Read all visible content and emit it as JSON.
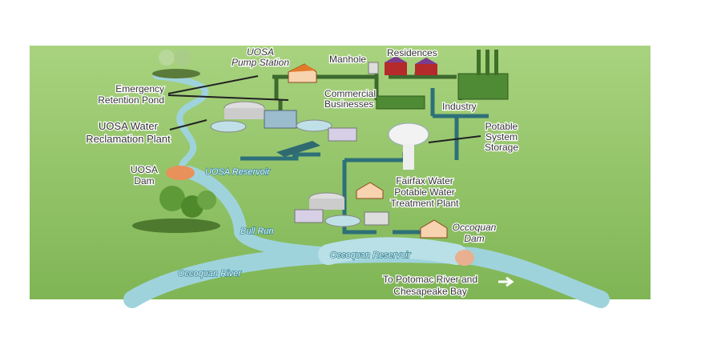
{
  "title": "Occoquan Watershed Water Reuse Diagram",
  "labels": {
    "pump_station": [
      "UOSA",
      "Pump Station"
    ],
    "manhole": "Manhole",
    "residences": "Residences",
    "emergency_pond": [
      "Emergency",
      "Retention Pond"
    ],
    "commercial": [
      "Commercial",
      "Businesses"
    ],
    "industry": "Industry",
    "reclamation_plant": [
      "UOSA Water",
      "Reclamation Plant"
    ],
    "potable_storage": [
      "Potable",
      "System",
      "Storage"
    ],
    "uosa_dam": [
      "UOSA",
      "Dam"
    ],
    "uosa_reservoir": "UOSA Reservoir",
    "fairfax_plant": [
      "Fairfax Water",
      "Potable Water",
      "Treatment Plant"
    ],
    "occoquan_dam": [
      "Occoquan",
      "Dam"
    ],
    "bull_run": "Bull Run",
    "occoquan_reservoir": "Occoquan Reservoir",
    "occoquan_river": "Occoquan River",
    "potomac": [
      "To Potomac River and",
      "Chesapeake Bay"
    ]
  },
  "colors": {
    "land": "#8cc063",
    "river": "#9fd3dc",
    "water_pipe": "#2e7078",
    "sewer_pipe": "#3d6a2e",
    "building_roof": "#e07a2a"
  }
}
